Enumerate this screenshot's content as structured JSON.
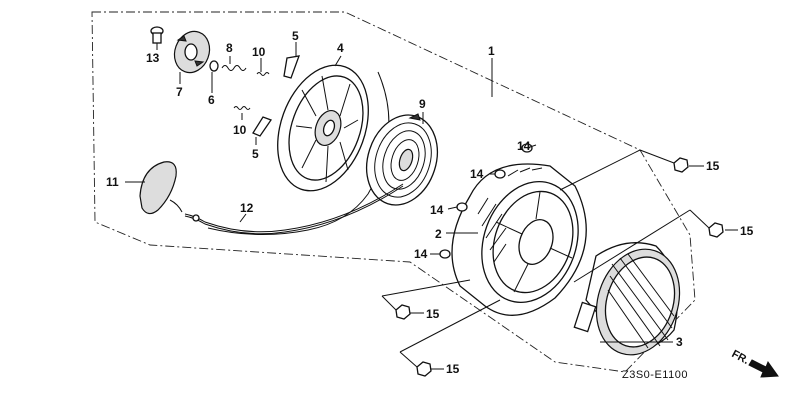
{
  "diagram_code": "Z3S0-E1100",
  "direction_label": "FR.",
  "callouts": [
    {
      "id": "c1",
      "label": "1"
    },
    {
      "id": "c2",
      "label": "2"
    },
    {
      "id": "c3",
      "label": "3"
    },
    {
      "id": "c4",
      "label": "4"
    },
    {
      "id": "c5a",
      "label": "5"
    },
    {
      "id": "c5b",
      "label": "5"
    },
    {
      "id": "c6",
      "label": "6"
    },
    {
      "id": "c7",
      "label": "7"
    },
    {
      "id": "c8",
      "label": "8"
    },
    {
      "id": "c9",
      "label": "9"
    },
    {
      "id": "c10a",
      "label": "10"
    },
    {
      "id": "c10b",
      "label": "10"
    },
    {
      "id": "c11",
      "label": "11"
    },
    {
      "id": "c12",
      "label": "12"
    },
    {
      "id": "c13",
      "label": "13"
    },
    {
      "id": "c14a",
      "label": "14"
    },
    {
      "id": "c14b",
      "label": "14"
    },
    {
      "id": "c14c",
      "label": "14"
    },
    {
      "id": "c14d",
      "label": "14"
    },
    {
      "id": "c15a",
      "label": "15"
    },
    {
      "id": "c15b",
      "label": "15"
    },
    {
      "id": "c15c",
      "label": "15"
    },
    {
      "id": "c15d",
      "label": "15"
    }
  ]
}
